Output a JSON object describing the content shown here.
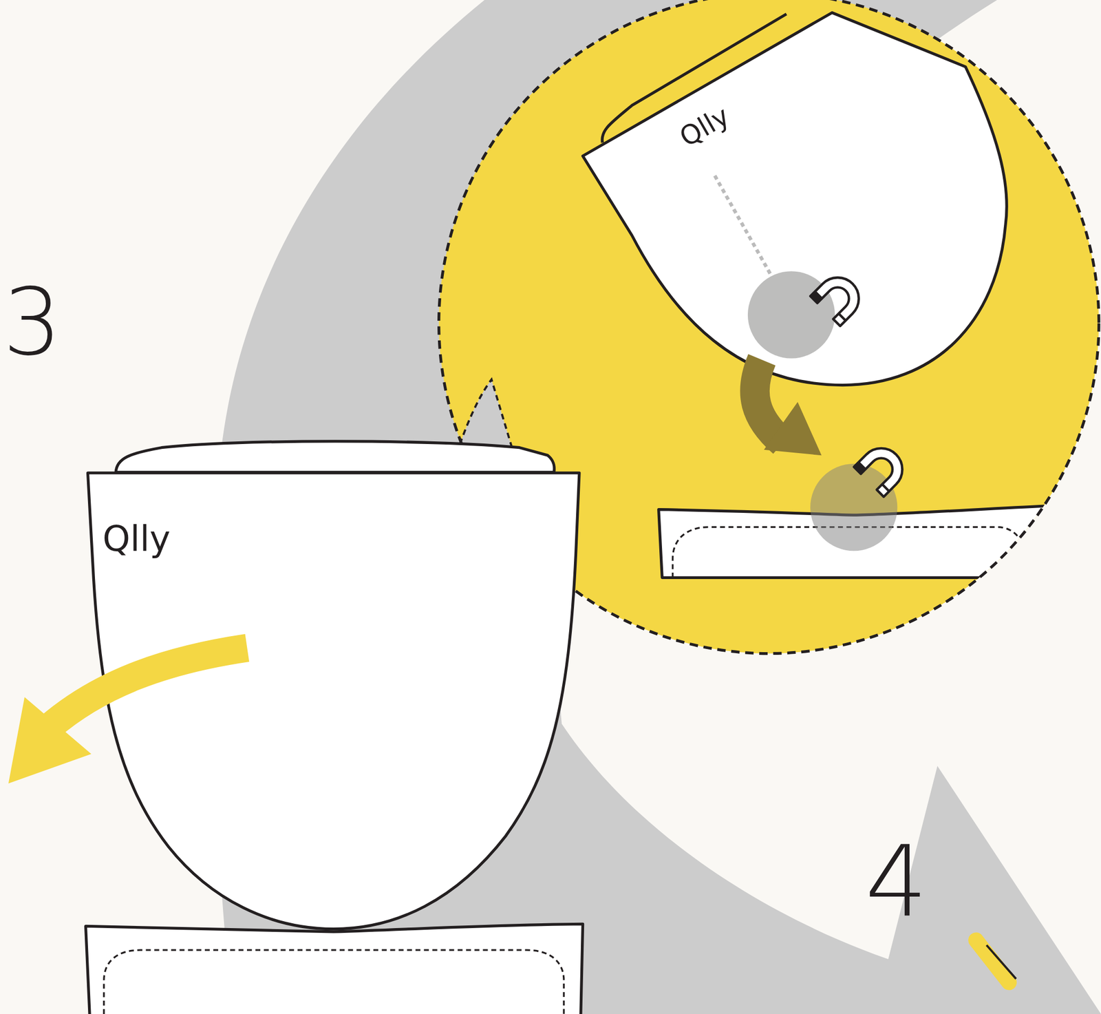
{
  "diagram": {
    "labels": [
      "3",
      "Qlly",
      "Qlly",
      "4"
    ]
  }
}
